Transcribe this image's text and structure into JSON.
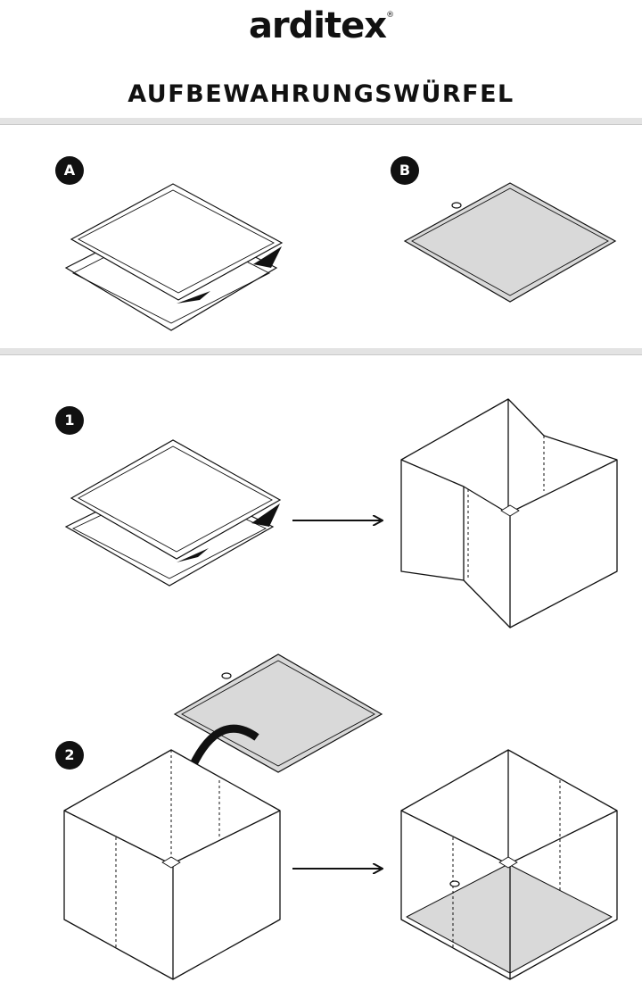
{
  "brand": {
    "name": "arditex",
    "registered": "®"
  },
  "title": "AUFBEWAHRUNGSWÜRFEL",
  "sections": {
    "a": {
      "label": "A"
    },
    "b": {
      "label": "B"
    }
  },
  "steps": [
    {
      "label": "1"
    },
    {
      "label": "2"
    }
  ],
  "colors": {
    "ink": "#111111",
    "panel_gray": "#d9d9d9",
    "separator": "#e3e3e3",
    "background": "#ffffff"
  }
}
